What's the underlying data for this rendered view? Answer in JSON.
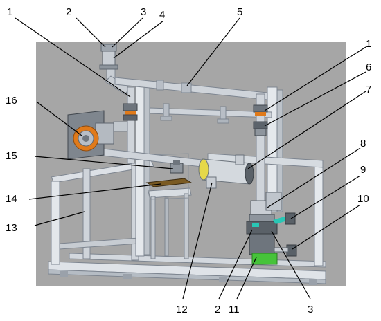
{
  "figure": {
    "background_color": "#a6a6a6",
    "frame_color": "#d9dde2",
    "pipe_color": "#c9ced4",
    "accent_orange": "#e07a1a",
    "accent_yellow": "#e6d84a",
    "accent_green": "#46c33a",
    "accent_teal": "#29c7b5"
  },
  "callouts": [
    {
      "id": "c1a",
      "label": "1"
    },
    {
      "id": "c2a",
      "label": "2"
    },
    {
      "id": "c3a",
      "label": "3"
    },
    {
      "id": "c4",
      "label": "4"
    },
    {
      "id": "c5",
      "label": "5"
    },
    {
      "id": "c1b",
      "label": "1"
    },
    {
      "id": "c6",
      "label": "6"
    },
    {
      "id": "c7",
      "label": "7"
    },
    {
      "id": "c16",
      "label": "16"
    },
    {
      "id": "c8",
      "label": "8"
    },
    {
      "id": "c15",
      "label": "15"
    },
    {
      "id": "c9",
      "label": "9"
    },
    {
      "id": "c14",
      "label": "14"
    },
    {
      "id": "c10",
      "label": "10"
    },
    {
      "id": "c13",
      "label": "13"
    },
    {
      "id": "c12",
      "label": "12"
    },
    {
      "id": "c2b",
      "label": "2"
    },
    {
      "id": "c11",
      "label": "11"
    },
    {
      "id": "c3b",
      "label": "3"
    }
  ]
}
